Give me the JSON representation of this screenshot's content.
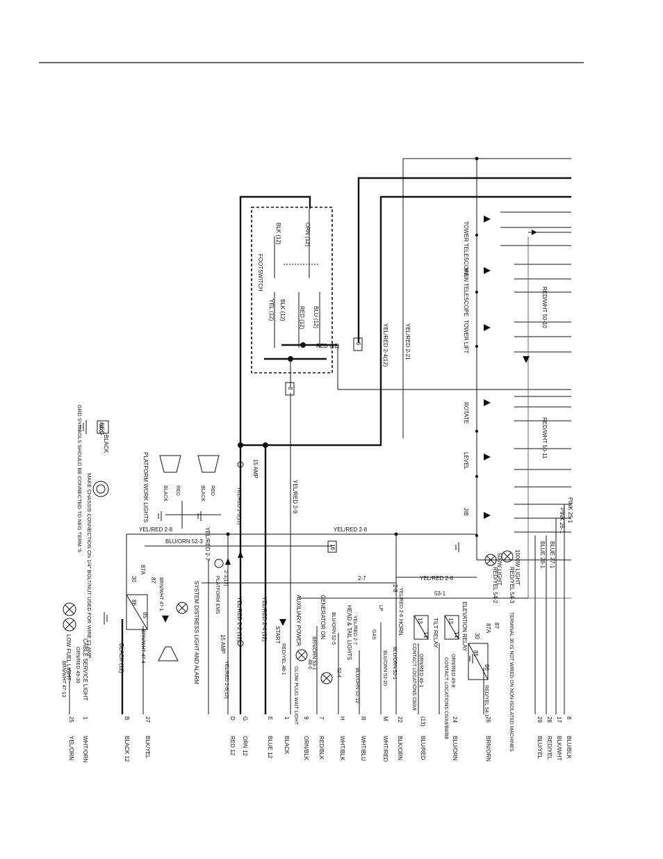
{
  "rotated_labels": [
    {
      "id": "tower-telescope",
      "text": "TOWER TELESCOPE"
    },
    {
      "id": "main-telescope",
      "text": "MAIN TELESCOPE"
    },
    {
      "id": "tower-lift",
      "text": "TOWER LIFT"
    },
    {
      "id": "rotate",
      "text": "ROTATE"
    },
    {
      "id": "level",
      "text": "LEVEL"
    },
    {
      "id": "jib",
      "text": "JIB"
    },
    {
      "id": "red-wht-50-10",
      "text": "RED/WHT 50-10"
    },
    {
      "id": "red-wht-50-11",
      "text": "RED/WHT 50-11"
    },
    {
      "id": "pink-25-1",
      "text": "PINK 25-1"
    },
    {
      "id": "pink-26-1",
      "text": "PINK 26-1"
    },
    {
      "id": "blue-27-1",
      "text": "BLUE 27-1"
    },
    {
      "id": "blue-28-1",
      "text": "BLUE 28-1"
    },
    {
      "id": "1000w-light",
      "text": "1000W LIGHT"
    },
    {
      "id": "500w-light",
      "text": "500W LIGHT"
    },
    {
      "id": "red-yel-54-2",
      "text": "RED/YEL 54-2"
    },
    {
      "id": "red-yel-54-3",
      "text": "RED/YEL 54-3"
    },
    {
      "id": "terminal-30-note",
      "text": "TERMINAL 30 IS NOT WIRED ON NON-ISOLATED MACHINES"
    },
    {
      "id": "elevation-relay",
      "text": "ELEVATION RELAY"
    },
    {
      "id": "tilt-relay",
      "text": "TILT RELAY"
    },
    {
      "id": "contact-loc-1",
      "text": "CONTACT LOCATIONS C6/A9/B8/B8"
    },
    {
      "id": "contact-loc-2",
      "text": "CONTACT LOCATIONS C8/A9"
    },
    {
      "id": "orn-red-49-8",
      "text": "ORN/RED 49-8"
    },
    {
      "id": "orn-red-49-1",
      "text": "ORN/RED 49-1"
    },
    {
      "id": "red-yel-54-1",
      "text": "RED/YEL 54-1"
    },
    {
      "id": "yel-red-2-21",
      "text": "YEL/RED 2-21"
    },
    {
      "id": "yel-red-2-4-12",
      "text": "YEL/RED 2-4(12)"
    },
    {
      "id": "yel-red-2-9",
      "text": "YEL/RED 2-9"
    },
    {
      "id": "yel-red-2-8a",
      "text": "YEL/RED 2-8"
    },
    {
      "id": "yel-red-2-8b",
      "text": "YEL/RED 2-8"
    },
    {
      "id": "yel-red-2-8c",
      "text": "YEL/RED 2-8"
    },
    {
      "id": "orn-12",
      "text": "ORN (12)"
    },
    {
      "id": "blk-12a",
      "text": "BLK (12)"
    },
    {
      "id": "blk-12b",
      "text": "BLK (12)"
    },
    {
      "id": "yel-12",
      "text": "YEL (12)"
    },
    {
      "id": "red-12a",
      "text": "RED (12)"
    },
    {
      "id": "blu-12",
      "text": "BLU (12)"
    },
    {
      "id": "red-12b",
      "text": "RED (12)"
    },
    {
      "id": "footswitch",
      "text": "FOOTSWITCH"
    },
    {
      "id": "15-amp-a",
      "text": "15 AMP"
    },
    {
      "id": "15-amp-b",
      "text": "15 AMP"
    },
    {
      "id": "yel-red-2-1-12",
      "text": "YEL/RED 2-1(12)"
    },
    {
      "id": "yel-red-2-2-12",
      "text": "YEL/RED 2-2 (12)"
    },
    {
      "id": "yel-red-2-4-12b",
      "text": "YEL/RED 2-4 (12)"
    },
    {
      "id": "yel-red-2-6-12",
      "text": "YEL/RED 2-6(12)"
    },
    {
      "id": "yel-red-2-7",
      "text": "YEL/RED 2-7"
    },
    {
      "id": "2-7",
      "text": "2-7"
    },
    {
      "id": "2-8",
      "text": "2-8"
    },
    {
      "id": "53-1",
      "text": "53-1"
    },
    {
      "id": "platform-ems",
      "text": "PLATFORM EMS"
    },
    {
      "id": "2-1-12",
      "text": "2-1(12)"
    },
    {
      "id": "blu-orn-52-3",
      "text": "BLU/ORN 52-3"
    },
    {
      "id": "platform-work-lights",
      "text": "PLATFORM WORK LIGHTS"
    },
    {
      "id": "black",
      "text": "BLACK"
    },
    {
      "id": "red-a",
      "text": "RED"
    },
    {
      "id": "black-b",
      "text": "BLACK"
    },
    {
      "id": "red-b",
      "text": "RED"
    },
    {
      "id": "black-gnd",
      "text": "BLACK"
    },
    {
      "id": "neg",
      "text": "NEG"
    },
    {
      "id": "grd-note",
      "text": "GRD SYMBOLS SHOULD BE CONNECTED TO NEG TERM.'S"
    },
    {
      "id": "chassis-note",
      "text": "MAKE CHASSIS CONNECTION ON 1/4\" BOLT/NUT USED FOR WIRE CLAMP."
    },
    {
      "id": "system-distress",
      "text": "SYSTEM DISTRESS LIGHT AND ALARM"
    },
    {
      "id": "brn-wht-47-1",
      "text": "BRN/WHT 47-1"
    },
    {
      "id": "brn-wht-47-4",
      "text": "BRN/WHT 47-4"
    },
    {
      "id": "cable-serv",
      "text": "CABLE SERVICE LIGHT"
    },
    {
      "id": "low-fuel",
      "text": "LOW FUEL LIGHT"
    },
    {
      "id": "orn-red-49-30",
      "text": "ORN/RED 49-30"
    },
    {
      "id": "brn-wht-47-13",
      "text": "BRN/WHT 47-13"
    },
    {
      "id": "black-12",
      "text": "BLACK (12)"
    },
    {
      "id": "start",
      "text": "START"
    },
    {
      "id": "red-yel-48-1",
      "text": "RED/YEL 48-1"
    },
    {
      "id": "aux-power",
      "text": "AUXILIARY POWER"
    },
    {
      "id": "glow-plug",
      "text": "GLOW PLUG WAIT LIGHT"
    },
    {
      "id": "brn-orn-53-1",
      "text": "BRN/ORN 53-1"
    },
    {
      "id": "48-6",
      "text": "48-6"
    },
    {
      "id": "generator-on",
      "text": "GENERATOR ON"
    },
    {
      "id": "blu-orn-52-5",
      "text": "BLU/ORN 52-5"
    },
    {
      "id": "head-tail",
      "text": "HEAD & TAIL LIGHTS"
    },
    {
      "id": "yel-red-2-7b",
      "text": "YEL/RED 2-7"
    },
    {
      "id": "52-4",
      "text": "52-4"
    },
    {
      "id": "blu-orn-52-12",
      "text": "BLU/ORN 52-12"
    },
    {
      "id": "lp",
      "text": "LP"
    },
    {
      "id": "gas",
      "text": "GAS"
    },
    {
      "id": "blu-orn-52-20",
      "text": "BLU/ORN 52-20"
    },
    {
      "id": "horn",
      "text": "HORN"
    },
    {
      "id": "blu-orn-52-1",
      "text": "BLU/ORN 52-1"
    },
    {
      "id": "yel-red-2-8d",
      "text": "YEL/RED 2-8"
    }
  ],
  "term_labels": [
    {
      "id": "t8",
      "text": "8"
    },
    {
      "id": "t17",
      "text": "17"
    },
    {
      "id": "t28",
      "text": "28"
    },
    {
      "id": "t29",
      "text": "29"
    },
    {
      "id": "t26",
      "text": "26"
    },
    {
      "id": "t24",
      "text": "24"
    },
    {
      "id": "t13",
      "text": "(13)"
    },
    {
      "id": "t22",
      "text": "22"
    },
    {
      "id": "tM",
      "text": "M"
    },
    {
      "id": "tR",
      "text": "R"
    },
    {
      "id": "tH",
      "text": "H"
    },
    {
      "id": "t7",
      "text": "7"
    },
    {
      "id": "t9",
      "text": "9"
    },
    {
      "id": "t1",
      "text": "1"
    },
    {
      "id": "tE",
      "text": "E"
    },
    {
      "id": "tG",
      "text": "G"
    },
    {
      "id": "tD",
      "text": "D"
    },
    {
      "id": "t27",
      "text": "27"
    },
    {
      "id": "tB",
      "text": "B"
    },
    {
      "id": "t1b",
      "text": "1"
    },
    {
      "id": "t25",
      "text": "25"
    }
  ],
  "color_labels": [
    {
      "id": "c1",
      "text": "BLU/BLK"
    },
    {
      "id": "c2",
      "text": "BLK/WHT"
    },
    {
      "id": "c3",
      "text": "RED/YEL"
    },
    {
      "id": "c4",
      "text": "BLU/YEL"
    },
    {
      "id": "c5",
      "text": "BRN/ORN"
    },
    {
      "id": "c6",
      "text": "BLU/ORN"
    },
    {
      "id": "c7",
      "text": "BLU/RED"
    },
    {
      "id": "c8",
      "text": "BLK/ORN"
    },
    {
      "id": "c9",
      "text": "WHT/RED"
    },
    {
      "id": "c10",
      "text": "WHT/BLU"
    },
    {
      "id": "c11",
      "text": "WHT/BLK"
    },
    {
      "id": "c12",
      "text": "RED/BLK"
    },
    {
      "id": "c13",
      "text": "ORN/BLK"
    },
    {
      "id": "c14",
      "text": "BLACK"
    },
    {
      "id": "c15",
      "text": "BLUE 12"
    },
    {
      "id": "c16",
      "text": "ORN 12"
    },
    {
      "id": "c17",
      "text": "RED 12"
    },
    {
      "id": "c18",
      "text": "BLK/YEL"
    },
    {
      "id": "c19",
      "text": "BLACK 12"
    },
    {
      "id": "c20",
      "text": "WHT/ORN"
    },
    {
      "id": "c21",
      "text": "YEL/ORN"
    }
  ],
  "box_labels": [
    {
      "id": "box-6",
      "text": "6"
    },
    {
      "id": "box-8",
      "text": "8"
    },
    {
      "id": "box-16",
      "text": "16"
    },
    {
      "id": "box-neg",
      "text": "NEG"
    }
  ],
  "relay_labels": [
    {
      "id": "r30a",
      "text": "30"
    },
    {
      "id": "r87a",
      "text": "87A"
    },
    {
      "id": "r87",
      "text": "87"
    },
    {
      "id": "r86",
      "text": "86"
    },
    {
      "id": "r85",
      "text": "85"
    },
    {
      "id": "r30b",
      "text": "30"
    },
    {
      "id": "r87b",
      "text": "87"
    },
    {
      "id": "r87Ab",
      "text": "87A"
    },
    {
      "id": "r85b",
      "text": "85"
    },
    {
      "id": "r86b",
      "text": "86"
    },
    {
      "id": "r13",
      "text": "13"
    },
    {
      "id": "r14",
      "text": "14"
    },
    {
      "id": "r13b",
      "text": "13"
    },
    {
      "id": "r14b",
      "text": "14"
    }
  ]
}
